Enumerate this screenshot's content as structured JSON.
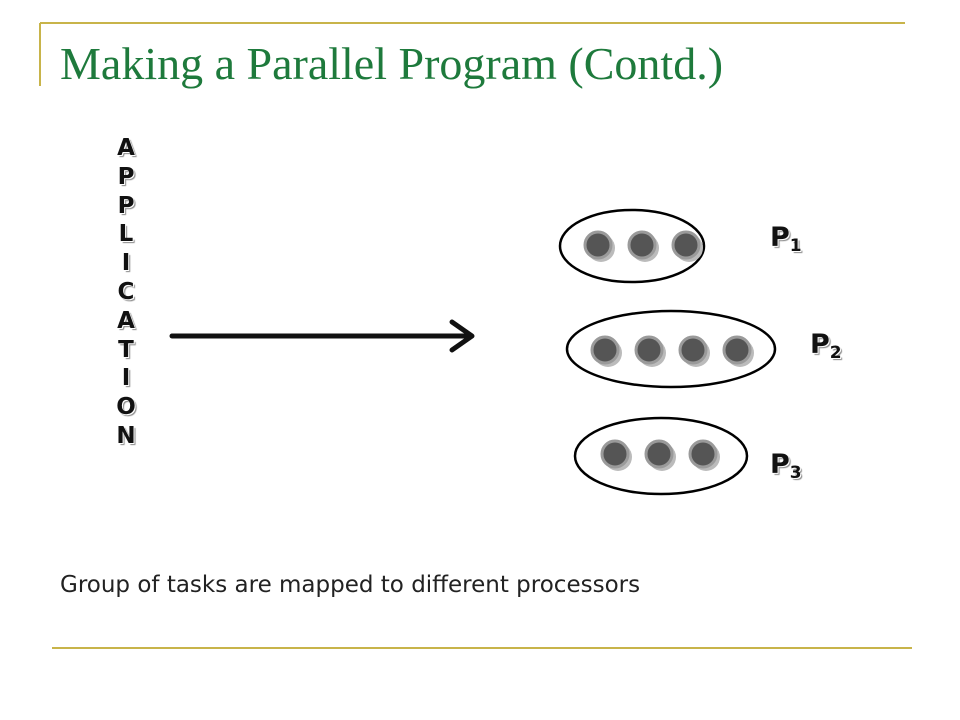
{
  "title": "Making a Parallel Program (Contd.)",
  "application_letters": [
    "A",
    "P",
    "P",
    "L",
    "I",
    "C",
    "A",
    "T",
    "I",
    "O",
    "N"
  ],
  "processors": [
    {
      "label": "P",
      "index": "1",
      "tasks": 3
    },
    {
      "label": "P",
      "index": "2",
      "tasks": 4
    },
    {
      "label": "P",
      "index": "3",
      "tasks": 3
    }
  ],
  "caption": "Group of tasks are mapped to different processors",
  "colors": {
    "title": "#1e7a3c",
    "rule": "#c8b44a",
    "task_dot": "#555555",
    "ellipse": "#000000"
  }
}
